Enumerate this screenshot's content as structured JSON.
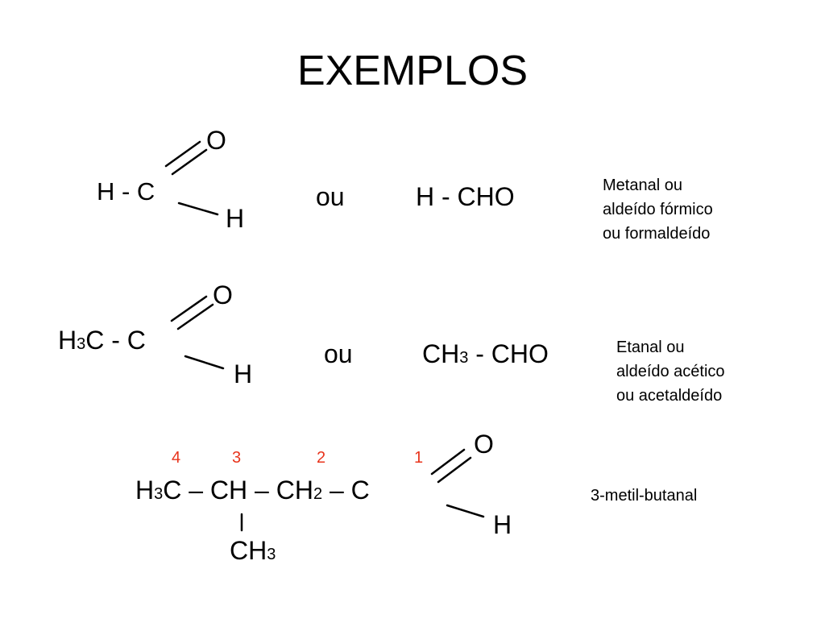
{
  "title": "EXEMPLOS",
  "colors": {
    "locant": "#e8341c",
    "text": "#000000"
  },
  "examples": [
    {
      "structural": {
        "main": "H - C",
        "oxygen": "O",
        "hydrogen": "H"
      },
      "connector": "ou",
      "condensed": "H - CHO",
      "names": [
        "Metanal ou",
        "aldeído fórmico",
        "ou formaldeído"
      ]
    },
    {
      "structural": {
        "prefix": "H",
        "prefix_sub": "3",
        "main": "C - C",
        "oxygen": "O",
        "hydrogen": "H"
      },
      "connector": "ou",
      "condensed": {
        "part1": "CH",
        "sub": "3",
        "part2": " - CHO"
      },
      "names": [
        "Etanal ou",
        "aldeído acético",
        "ou acetaldeído"
      ]
    },
    {
      "locants": [
        "4",
        "3",
        "2",
        "1"
      ],
      "chain": {
        "h": "H",
        "s1": "3",
        "mid1": "C – CH – CH",
        "s2": "2",
        "end": " – C",
        "oxygen": "O",
        "hydrogen": "H",
        "branch": "CH",
        "branch_sub": "3"
      },
      "names": [
        "3-metil-butanal"
      ]
    }
  ]
}
